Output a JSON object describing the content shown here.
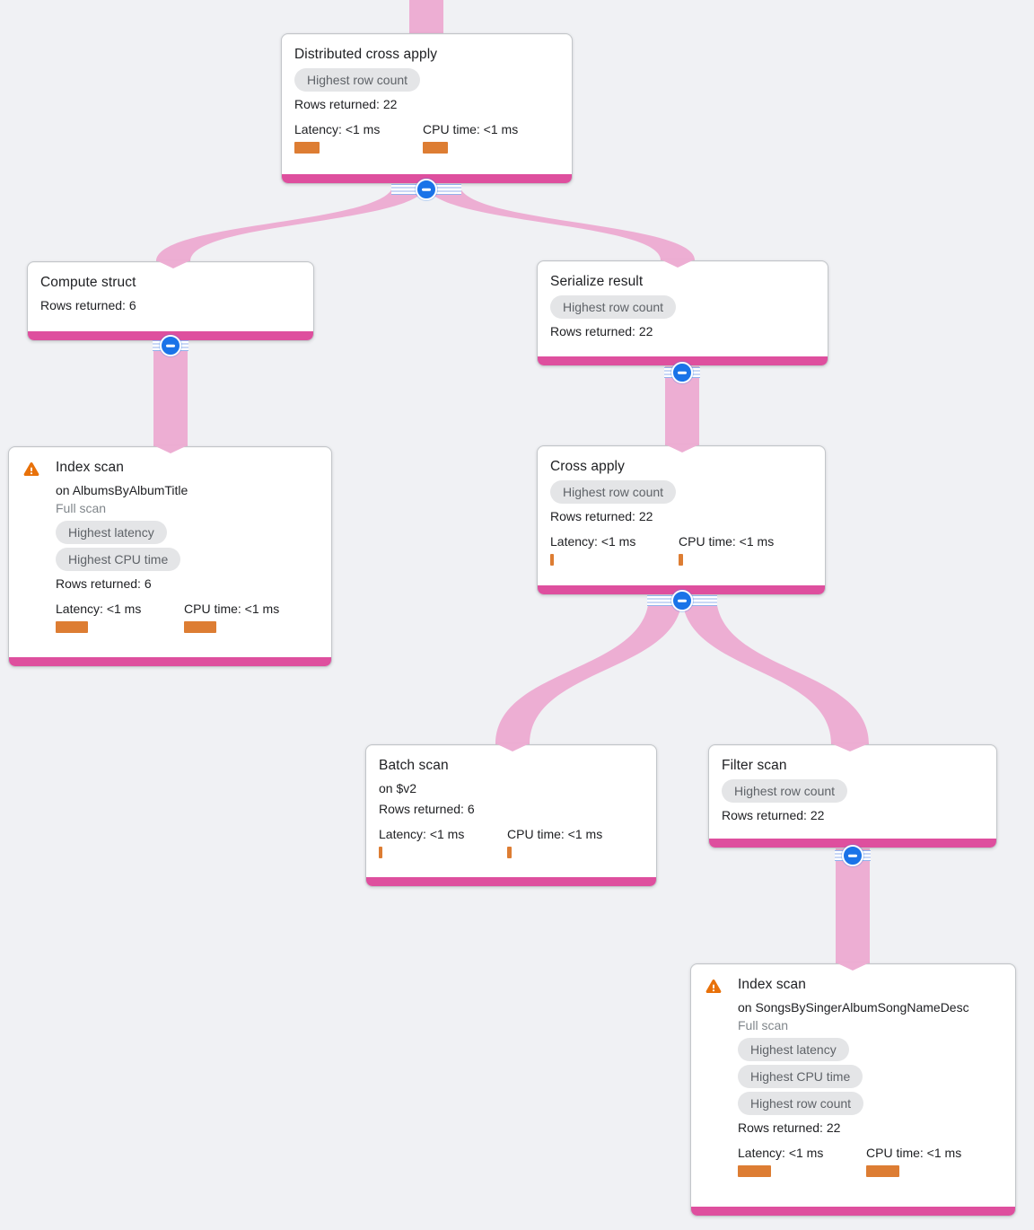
{
  "colors": {
    "background": "#f0f1f4",
    "edge_pink": "#edaed3",
    "node_bottom_bar": "#de4f9e",
    "metric_bar_orange": "#dd7d33",
    "badge_background": "#e4e5e7",
    "badge_text": "#5f6368",
    "collapse_button_blue": "#1a73e8",
    "warning_orange": "#e8710a"
  },
  "nodes": [
    {
      "id": "distributed-cross-apply",
      "title": "Distributed cross apply",
      "warning": false,
      "badges": [
        "Highest row count"
      ],
      "rows_returned": "Rows returned: 22",
      "metrics": {
        "latency": "Latency: <1 ms",
        "cpu": "CPU time: <1 ms"
      }
    },
    {
      "id": "compute-struct",
      "title": "Compute struct",
      "warning": false,
      "badges": [],
      "rows_returned": "Rows returned: 6"
    },
    {
      "id": "serialize-result",
      "title": "Serialize result",
      "warning": false,
      "badges": [
        "Highest row count"
      ],
      "rows_returned": "Rows returned: 22"
    },
    {
      "id": "index-scan-albums",
      "title": "Index scan",
      "warning": true,
      "subtitle": "on AlbumsByAlbumTitle",
      "scan_type": "Full scan",
      "badges": [
        "Highest latency",
        "Highest CPU time"
      ],
      "rows_returned": "Rows returned: 6",
      "metrics": {
        "latency": "Latency: <1 ms",
        "cpu": "CPU time: <1 ms"
      }
    },
    {
      "id": "cross-apply",
      "title": "Cross apply",
      "warning": false,
      "badges": [
        "Highest row count"
      ],
      "rows_returned": "Rows returned: 22",
      "metrics": {
        "latency": "Latency: <1 ms",
        "cpu": "CPU time: <1 ms"
      }
    },
    {
      "id": "batch-scan",
      "title": "Batch scan",
      "warning": false,
      "subtitle": "on $v2",
      "badges": [],
      "rows_returned": "Rows returned: 6",
      "metrics": {
        "latency": "Latency: <1 ms",
        "cpu": "CPU time: <1 ms"
      }
    },
    {
      "id": "filter-scan",
      "title": "Filter scan",
      "warning": false,
      "badges": [
        "Highest row count"
      ],
      "rows_returned": "Rows returned: 22"
    },
    {
      "id": "index-scan-songs",
      "title": "Index scan",
      "warning": true,
      "subtitle": "on SongsBySingerAlbumSongNameDesc",
      "scan_type": "Full scan",
      "badges": [
        "Highest latency",
        "Highest CPU time",
        "Highest row count"
      ],
      "rows_returned": "Rows returned: 22",
      "metrics": {
        "latency": "Latency: <1 ms",
        "cpu": "CPU time: <1 ms"
      }
    }
  ]
}
